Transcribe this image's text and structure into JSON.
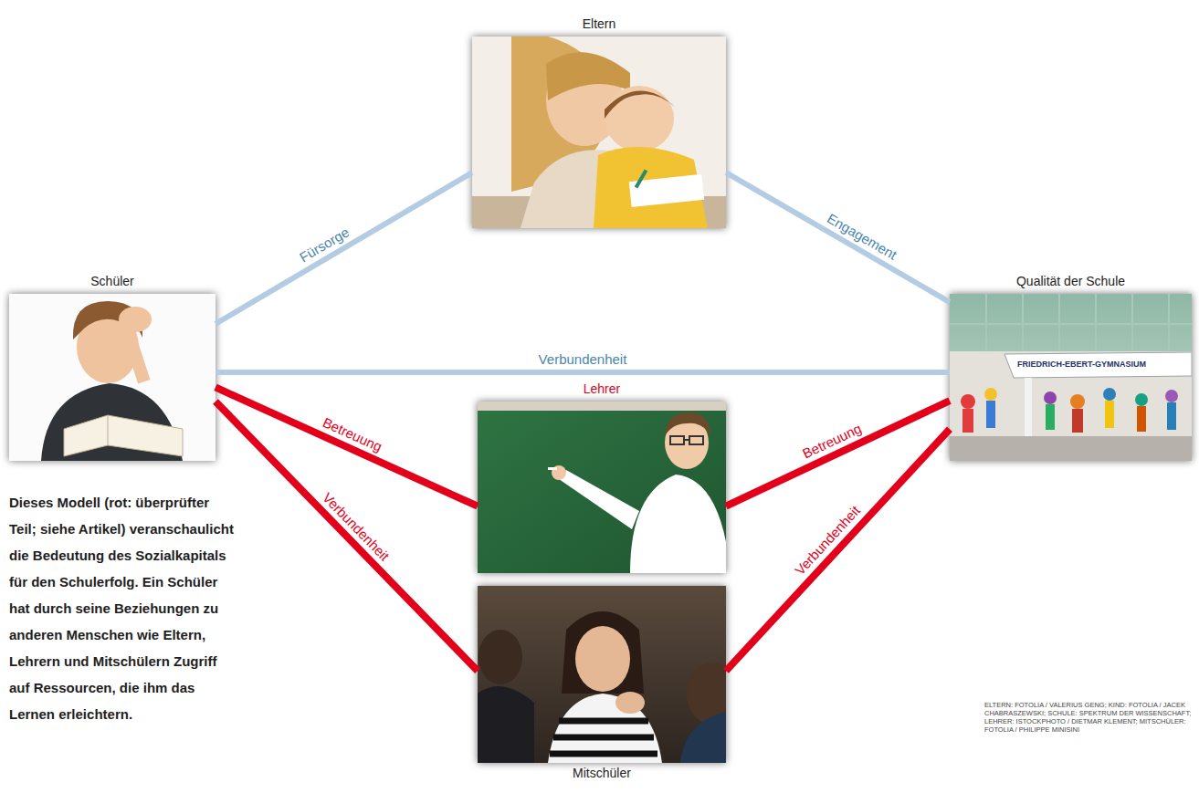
{
  "diagram": {
    "caption": "Dieses Modell (rot: überprüfter Teil; siehe Artikel) veranschaulicht die Bedeutung des Sozialkapitals für den Schulerfolg. Ein Schüler hat durch seine Beziehungen zu anderen Menschen wie Eltern, Lehrern und Mitschülern Zugriff auf Ressourcen, die ihm das Lernen erleichtern.",
    "nodes": [
      {
        "text": [
          "Eltern"
        ]
      },
      {
        "text": [
          "Schüler"
        ]
      },
      {
        "text": [
          "Qualität der Schule"
        ]
      },
      {
        "text": [
          "Lehrer"
        ]
      },
      {
        "text": [
          "Mitschüler"
        ]
      }
    ],
    "edges": [
      {
        "from": 1,
        "to": 0,
        "label": "Fürsorge",
        "arrow": "none"
      },
      {
        "from": 0,
        "to": 2,
        "label": "Engagement",
        "arrow": "none"
      },
      {
        "from": 1,
        "to": 2,
        "label": "Verbundenheit",
        "arrow": "none"
      },
      {
        "from": 1,
        "to": 3,
        "label": "Betreuung",
        "arrow": "none"
      },
      {
        "from": 3,
        "to": 2,
        "label": "Betreuung",
        "arrow": "none"
      },
      {
        "from": 1,
        "to": 4,
        "label": "Verbundenheit",
        "arrow": "none"
      },
      {
        "from": 4,
        "to": 2,
        "label": "Verbundenheit",
        "arrow": "none"
      }
    ],
    "labels": [
      "FRIEDRICH-EBERT-GYMNASIUM",
      "ELTERN: FOTOLIA / VALERIUS GENG; KIND: FOTOLIA / JACEK CHABRASZEWSKI; SCHULE: SPEKTRUM DER WISSENSCHAFT; LEHRER: ISTOCKPHOTO / DIETMAR KLEMENT; MITSCHÜLER: FOTOLIA / PHILIPPE MINISINI"
    ]
  }
}
